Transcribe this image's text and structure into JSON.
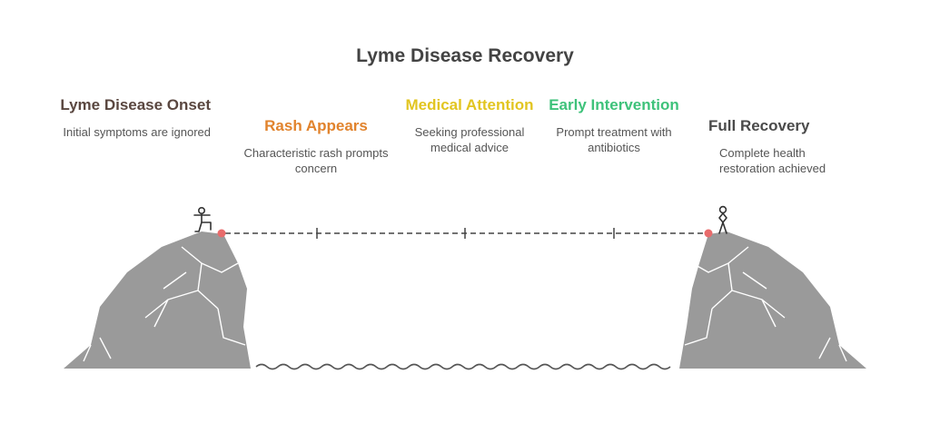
{
  "title": "Lyme Disease Recovery",
  "stages": [
    {
      "heading": "Lyme Disease Onset",
      "description": "Initial symptoms are ignored",
      "color": "#5a4740"
    },
    {
      "heading": "Rash Appears",
      "description": "Characteristic rash prompts concern",
      "color": "#e1832d"
    },
    {
      "heading": "Medical Attention",
      "description": "Seeking professional medical advice",
      "color": "#e2c521"
    },
    {
      "heading": "Early Intervention",
      "description": "Prompt treatment with antibiotics",
      "color": "#3ec27a"
    },
    {
      "heading": "Full Recovery",
      "description": "Complete health restoration achieved",
      "color": "#4a4a4a"
    }
  ],
  "colors": {
    "cliff": "#9a9a9a",
    "cliff_lines": "#ffffff",
    "rope": "#444444",
    "anchor": "#e86b6b",
    "water": "#555555"
  }
}
